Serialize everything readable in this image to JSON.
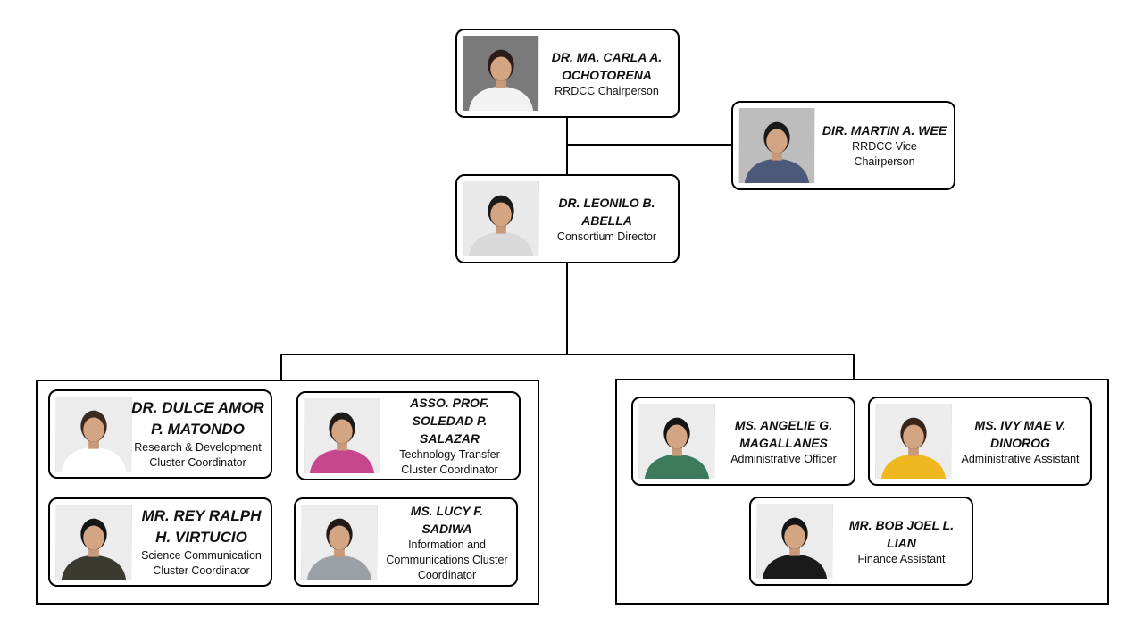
{
  "chairperson": {
    "name": "DR. MA. CARLA A. OCHOTORENA",
    "role": "RRDCC Chairperson",
    "photo_bg": "#7a7a7a",
    "shirt": "#f2f2f2",
    "hair": "#2a1c16"
  },
  "vice_chairperson": {
    "name": "DIR. MARTIN A. WEE",
    "role": "RRDCC Vice Chairperson",
    "photo_bg": "#bdbdbd",
    "shirt": "#4a5a78",
    "hair": "#1a1a1a"
  },
  "director": {
    "name": "DR. LEONILO B. ABELLA",
    "role": "Consortium Director",
    "photo_bg": "#e9e9e9",
    "shirt": "#d9d9d9",
    "hair": "#1a1a1a"
  },
  "cluster_coordinators": [
    {
      "name": "DR. DULCE AMOR P. MATONDO",
      "role": "Research & Development Cluster Coordinator",
      "photo_bg": "#ececec",
      "shirt": "#ffffff",
      "hair": "#3a2a20"
    },
    {
      "name": "ASSO. PROF. SOLEDAD P. SALAZAR",
      "role": "Technology Transfer Cluster Coordinator",
      "photo_bg": "#ececec",
      "shirt": "#c7478f",
      "hair": "#1e1a18"
    },
    {
      "name": "MR. REY RALPH H. VIRTUCIO",
      "role": "Science Communication Cluster Coordinator",
      "photo_bg": "#ececec",
      "shirt": "#3a3a30",
      "hair": "#141414"
    },
    {
      "name": "MS. LUCY F. SADIWA",
      "role": "Information and Communications Cluster Coordinator",
      "photo_bg": "#ececec",
      "shirt": "#9aa0a6",
      "hair": "#221a16"
    }
  ],
  "admin_staff": [
    {
      "name": "MS. ANGELIE G. MAGALLANES",
      "role": "Administrative Officer",
      "photo_bg": "#ececec",
      "shirt": "#3c7a5c",
      "hair": "#141414"
    },
    {
      "name": "MS. IVY MAE V. DINOROG",
      "role": "Administrative Assistant",
      "photo_bg": "#ececec",
      "shirt": "#f0b820",
      "hair": "#3a2418"
    },
    {
      "name": "MR. BOB JOEL L. LIAN",
      "role": "Finance Assistant",
      "photo_bg": "#ececec",
      "shirt": "#1a1a1a",
      "hair": "#141414"
    }
  ]
}
